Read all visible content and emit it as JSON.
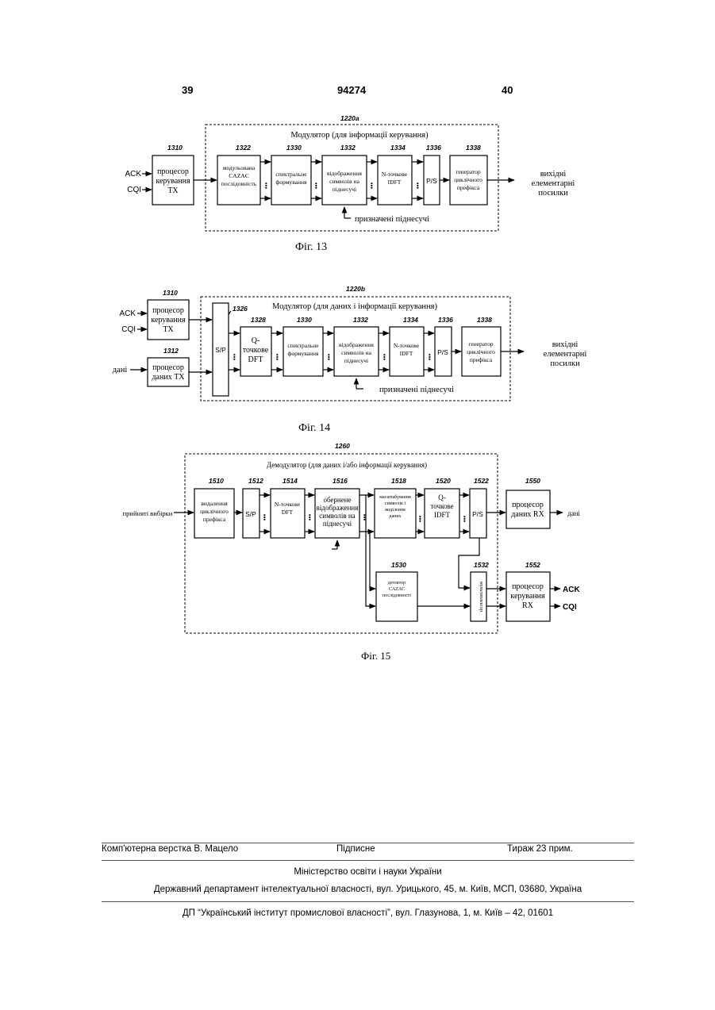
{
  "header": {
    "page_left": "39",
    "patent_no": "94274",
    "page_right": "40"
  },
  "fig13": {
    "caption": "Фіг. 13",
    "ref_mod": "1220a",
    "mod_title": "Модулятор (для інформації керування)",
    "in_ack": "ACK",
    "in_cqi": "CQI",
    "ref_ctrl": "1310",
    "ctrl": [
      "процесор",
      "керування",
      "TX"
    ],
    "ref_cazac": "1322",
    "cazac": [
      "модульована",
      "CAZAC",
      "послідовність"
    ],
    "ref_spec": "1330",
    "spec": [
      "спектральне",
      "формування"
    ],
    "ref_map": "1332",
    "map": [
      "відображення",
      "символів на",
      "піднесучі"
    ],
    "ref_idft": "1334",
    "idft": [
      "N-точкове",
      "IDFT"
    ],
    "ref_ps": "1336",
    "ps": "P/S",
    "ref_cp": "1338",
    "cp": [
      "генератор",
      "циклічного",
      "префікса"
    ],
    "out": [
      "вихідні",
      "елементарні",
      "посилки"
    ],
    "assigned": "призначені піднесучі"
  },
  "fig14": {
    "caption": "Фіг. 14",
    "ref_mod": "1220b",
    "mod_title": "Модулятор (для даних і інформації керування)",
    "in_ack": "ACK",
    "in_cqi": "CQI",
    "in_data": "дані",
    "ref_ctrl": "1310",
    "ctrl": [
      "процесор",
      "керування",
      "TX"
    ],
    "ref_dproc": "1312",
    "dproc": [
      "процесор",
      "даних TX"
    ],
    "ref_sp": "1326",
    "sp": "S/P",
    "ref_dft": "1328",
    "dft": [
      "Q-",
      "точкове",
      "DFT"
    ],
    "ref_spec": "1330",
    "spec": [
      "спектральне",
      "формування"
    ],
    "ref_map": "1332",
    "map": [
      "відображення",
      "символів на",
      "піднесучі"
    ],
    "ref_idft": "1334",
    "idft": [
      "N-точкове",
      "IDFT"
    ],
    "ref_ps": "1336",
    "ps": "P/S",
    "ref_cp": "1338",
    "cp": [
      "генератор",
      "циклічного",
      "префікса"
    ],
    "out": [
      "вихідні",
      "елементарні",
      "посилки"
    ],
    "assigned": "призначені піднесучі"
  },
  "fig15": {
    "caption": "Фіг. 15",
    "ref_demod": "1260",
    "demod_title": "Демодулятор (для даних і/або інформації керування)",
    "in": "прийняті вибірки",
    "ref_cpr": "1510",
    "cpr": [
      "видалення",
      "циклічного",
      "префікса"
    ],
    "ref_sp": "1512",
    "sp": "S/P",
    "ref_dft": "1514",
    "dft": [
      "N-точкове",
      "DFT"
    ],
    "ref_demap": "1516",
    "demap": [
      "обернене",
      "відображення",
      "символів на",
      "піднесучі"
    ],
    "ref_scale": "1518",
    "scale": [
      "масштабування",
      "символів і",
      "виділення",
      "даних"
    ],
    "ref_qidft": "1520",
    "qidft": [
      "Q-",
      "точкове",
      "IDFT"
    ],
    "ref_ps": "1522",
    "ps": "P/S",
    "ref_rxd": "1550",
    "rxd": [
      "процесор",
      "даних RX"
    ],
    "out_data": "дані",
    "ref_det": "1530",
    "det": [
      "детектор",
      "CAZAC",
      "послідовності"
    ],
    "ref_mux": "1532",
    "mux": "мультиплексор",
    "ref_rxc": "1552",
    "rxc": [
      "процесор",
      "керування",
      "RX"
    ],
    "out_ack": "ACK",
    "out_cqi": "CQI"
  },
  "footer": {
    "layout": "Комп'ютерна верстка В. Мацело",
    "signed": "Підписне",
    "circulation": "Тираж 23 прим.",
    "ministry": "Міністерство освіти і науки України",
    "department": "Державний департамент інтелектуальної власності, вул. Урицького, 45, м. Київ, МСП, 03680, Україна",
    "institute": "ДП “Український інститут промислової власності”, вул. Глазунова, 1, м. Київ – 42, 01601"
  }
}
